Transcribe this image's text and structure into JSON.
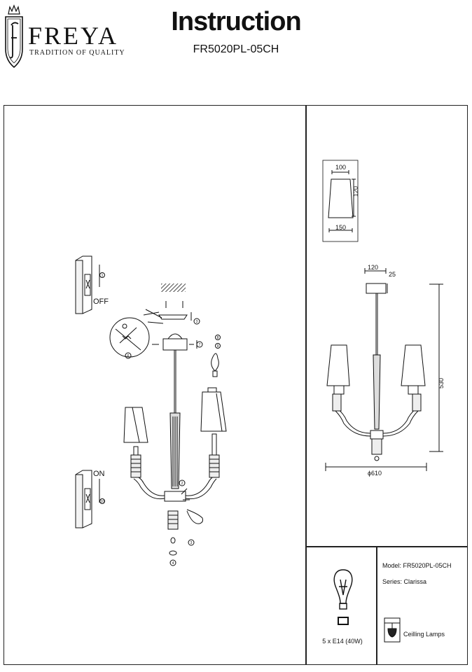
{
  "header": {
    "brand_name": "FREYA",
    "brand_tagline": "TRADITION OF QUALITY",
    "title": "Instruction",
    "model_code": "FR5020PL-05CH"
  },
  "assembly": {
    "step_labels": [
      "1",
      "2",
      "3",
      "4",
      "5",
      "6",
      "7",
      "8",
      "9",
      "10"
    ],
    "switch_off_label": "OFF",
    "switch_on_label": "ON"
  },
  "dimensions": {
    "shade_top": "100",
    "shade_height": "120",
    "shade_bottom": "150",
    "canopy_width": "120",
    "canopy_height": "25",
    "total_height": "530",
    "total_diameter": "ϕ610"
  },
  "specs": {
    "model_line": "Model: FR5020PL-05CH",
    "series_line": "Series: Clarissa",
    "bulb_line": "5 x E14 (40W)",
    "type_line": "Ceilling Lamps"
  },
  "icons": [
    "freya-crest-icon",
    "light-bulb-icon",
    "ceiling-lamp-icon",
    "switch-icon"
  ]
}
